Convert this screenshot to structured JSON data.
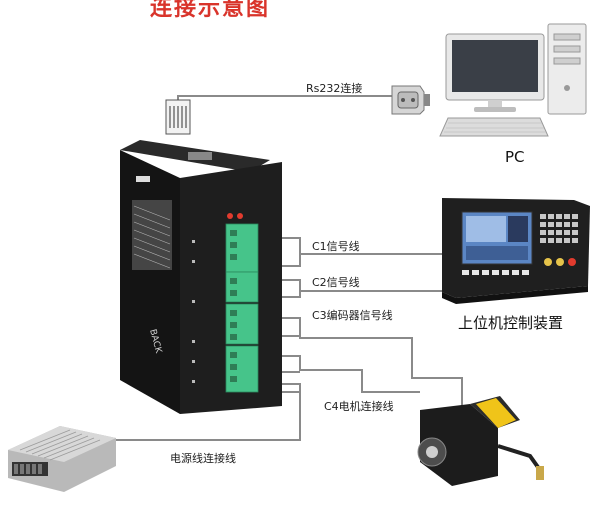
{
  "top_banner": "连接示意图",
  "labels": {
    "rs232": "Rs232连接",
    "pc": "PC",
    "c1": "C1信号线",
    "c2": "C2信号线",
    "c3": "C3编码器信号线",
    "controller": "上位机控制装置",
    "c4": "C4电机连接线",
    "power": "电源线连接线"
  },
  "colors": {
    "wire": "#8a8a8a",
    "driver_body": "#1b1b1b",
    "terminal": "#46c48a",
    "banner": "#d9342b"
  }
}
